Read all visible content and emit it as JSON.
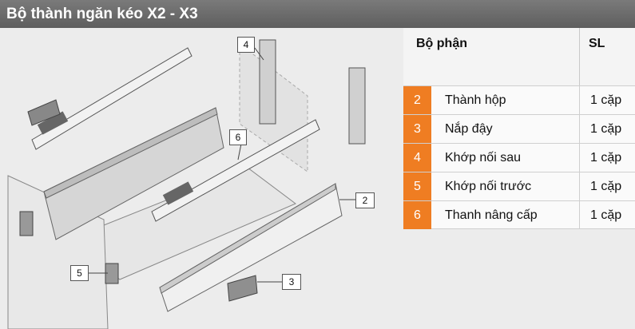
{
  "title": "Bộ thành ngăn kéo X2 - X3",
  "table": {
    "header_part": "Bộ phận",
    "header_qty": "SL",
    "rows": [
      {
        "num": "2",
        "name": "Thành hộp",
        "qty": "1 cặp"
      },
      {
        "num": "3",
        "name": "Nắp đậy",
        "qty": "1 cặp"
      },
      {
        "num": "4",
        "name": "Khớp nối sau",
        "qty": "1 cặp"
      },
      {
        "num": "5",
        "name": "Khớp nối trước",
        "qty": "1 cặp"
      },
      {
        "num": "6",
        "name": "Thanh nâng cấp",
        "qty": "1 cặp"
      }
    ]
  },
  "callouts": {
    "c4": "4",
    "c6": "6",
    "c2": "2",
    "c5": "5",
    "c3": "3"
  },
  "colors": {
    "accent": "#ef7d22",
    "title_bar": "#666666"
  }
}
